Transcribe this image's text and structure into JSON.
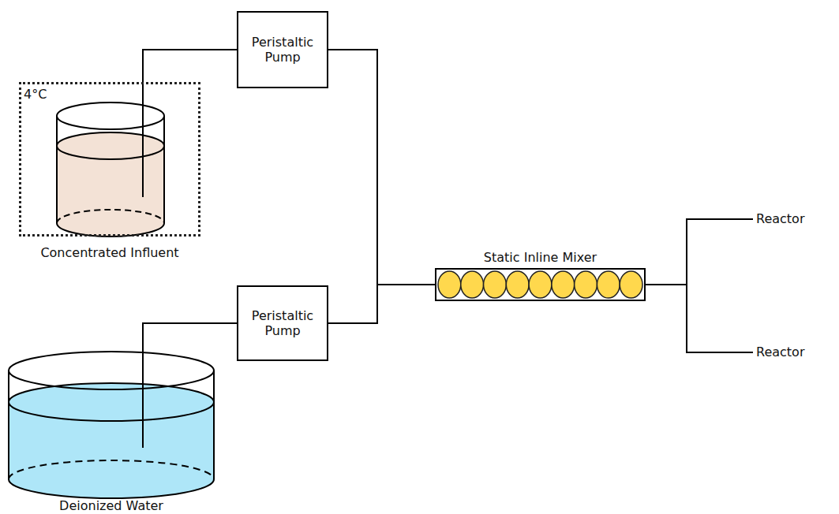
{
  "diagram": {
    "nodes": [
      {
        "text": [
          "4°C",
          "Concentrated Influent"
        ]
      },
      {
        "text": [
          "Peristaltic Pump"
        ]
      },
      {
        "text": [
          "Deionized Water"
        ]
      },
      {
        "text": [
          "Peristaltic Pump"
        ]
      },
      {
        "text": [
          "Static Inline Mixer"
        ]
      },
      {
        "text": [
          "Reactor"
        ]
      },
      {
        "text": [
          "Reactor"
        ]
      }
    ],
    "edges": [
      {
        "from": 0,
        "to": 1,
        "arrow": "none"
      },
      {
        "from": 2,
        "to": 3,
        "arrow": "none"
      },
      {
        "from": 1,
        "to": 4,
        "arrow": "none"
      },
      {
        "from": 3,
        "to": 4,
        "arrow": "none"
      },
      {
        "from": 4,
        "to": 5,
        "arrow": "none"
      },
      {
        "from": 4,
        "to": 6,
        "arrow": "none"
      }
    ]
  }
}
